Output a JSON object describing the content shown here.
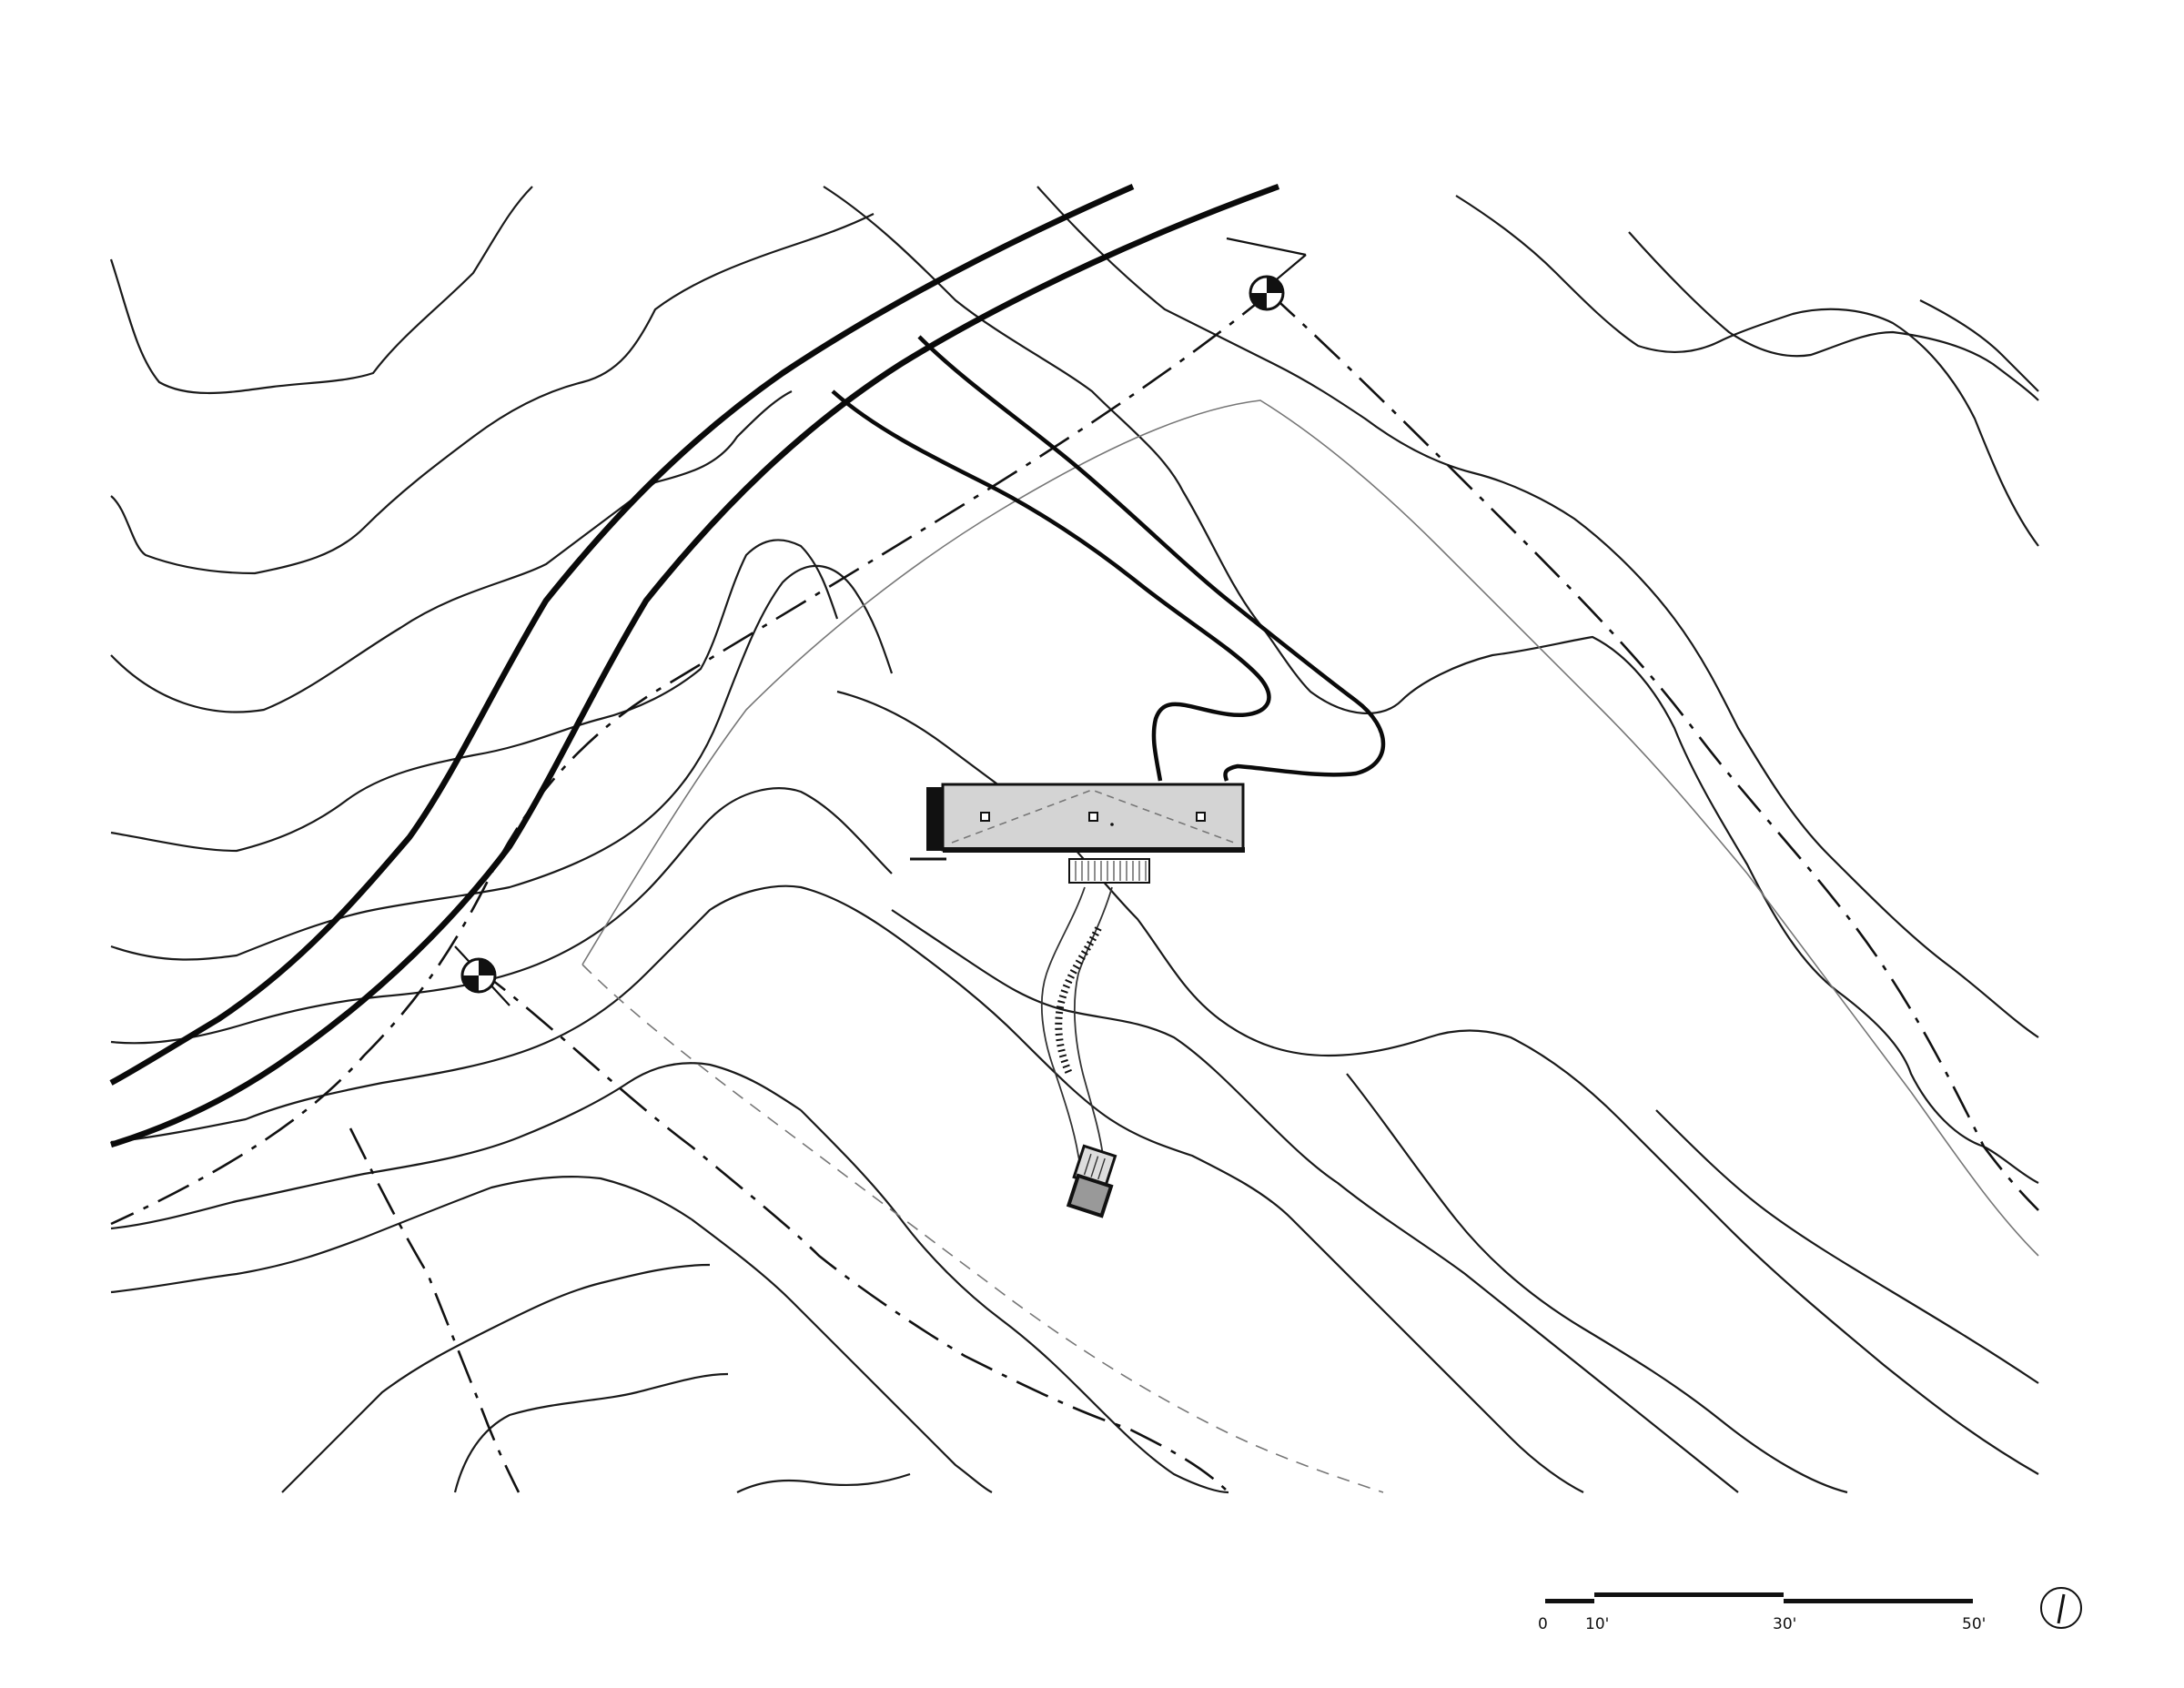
{
  "scale_bar": {
    "labels": [
      "0",
      "10'",
      "30'",
      "50'"
    ]
  },
  "north_arrow": {
    "icon": "north-arrow-icon"
  },
  "benchmarks": [
    {
      "icon": "survey-benchmark-icon"
    },
    {
      "icon": "survey-benchmark-icon"
    }
  ],
  "colors": {
    "line": "#1a1a1a",
    "house_fill": "#d4d4d4",
    "background": "#ffffff"
  }
}
